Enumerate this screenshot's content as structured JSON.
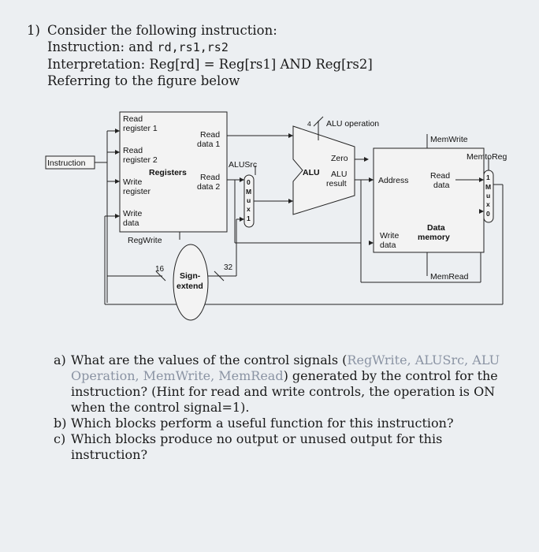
{
  "question": {
    "number": "1)",
    "title": "Consider the following instruction:",
    "instruction_prefix": "Instruction: and ",
    "instruction_code": "rd,rs1,rs2",
    "interpretation": "Interpretation: Reg[rd] = Reg[rs1] AND Reg[rs2]",
    "referring": "Referring to the figure below"
  },
  "diagram": {
    "instruction": "Instruction",
    "read_register_1a": "Read",
    "read_register_1b": "register 1",
    "read_register_2a": "Read",
    "read_register_2b": "register 2",
    "write_register_a": "Write",
    "write_register_b": "register",
    "write_data_a": "Write",
    "write_data_b": "data",
    "registers": "Registers",
    "read_data_1a": "Read",
    "read_data_1b": "data 1",
    "read_data_2a": "Read",
    "read_data_2b": "data 2",
    "regwrite": "RegWrite",
    "sixteen": "16",
    "thirtytwo": "32",
    "sign_a": "Sign-",
    "sign_b": "extend",
    "alusrc": "ALUSrc",
    "mux1_label": [
      "0",
      "M",
      "u",
      "x",
      "1"
    ],
    "four": "4",
    "alu_operation": "ALU operation",
    "alu": "ALU",
    "zero": "Zero",
    "alu_result_a": "ALU",
    "alu_result_b": "result",
    "memwrite": "MemWrite",
    "memtoreg": "MemtoReg",
    "address": "Address",
    "mem_read_data_a": "Read",
    "mem_read_data_b": "data",
    "mem_write_data_a": "Write",
    "mem_write_data_b": "data",
    "data_memory_a": "Data",
    "data_memory_b": "memory",
    "memread": "MemRead",
    "mux2_label": [
      "1",
      "M",
      "u",
      "x",
      "0"
    ]
  },
  "subquestions": [
    {
      "label": "a)",
      "text_pre": "What are the values of the control signals (",
      "text_signals": "RegWrite, ALUSrc, ALU Operation, MemWrite, MemRead",
      "text_post": ") generated by the control for the instruction? (Hint for read and write controls, the operation is ON when the control signal=1)."
    },
    {
      "label": "b)",
      "text": "Which blocks perform a useful function for this instruction?"
    },
    {
      "label": "c)",
      "text": "Which blocks produce no output or unused output for this instruction?"
    }
  ],
  "colors": {
    "background": "#eceff2",
    "faded_text": "#8a93a3",
    "ink": "#1a1a1a"
  }
}
